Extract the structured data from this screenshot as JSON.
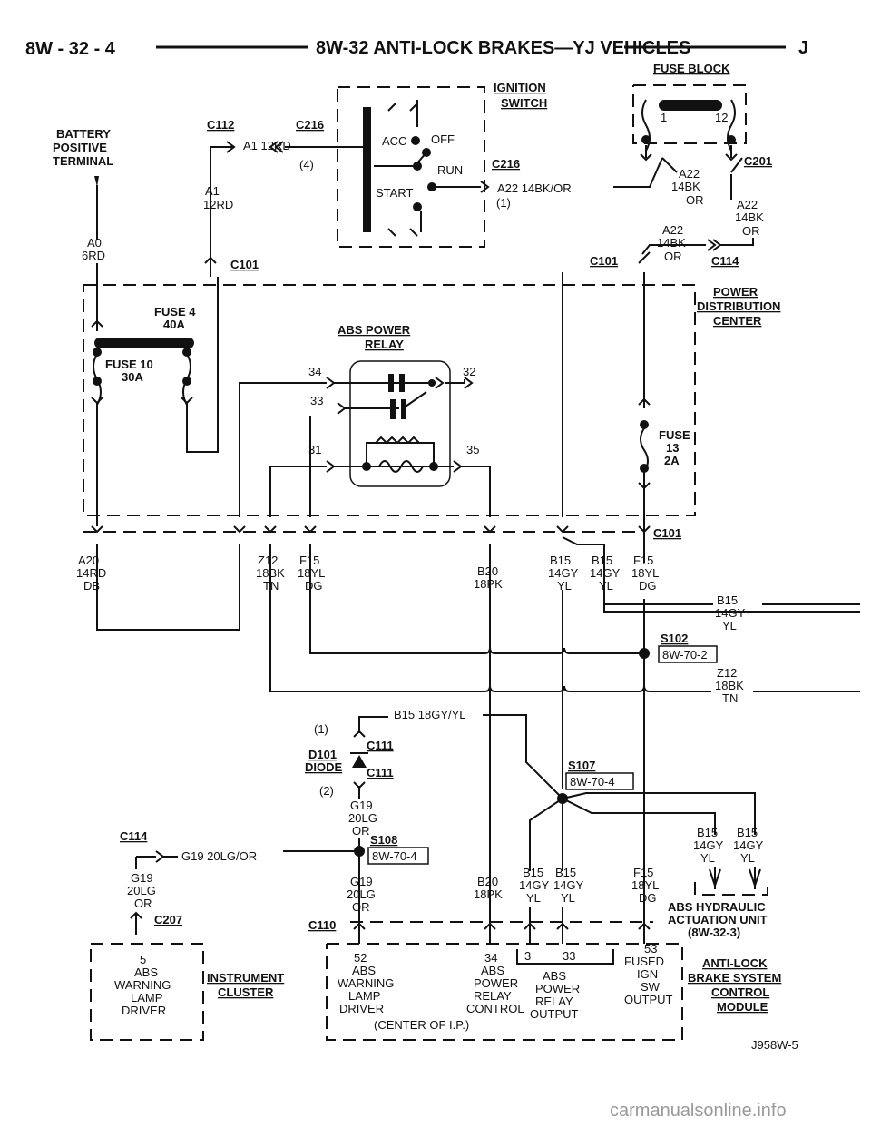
{
  "header": {
    "left": "8W - 32 - 4",
    "title": "8W-32 ANTI-LOCK BRAKES—YJ VEHICLES",
    "right": "J"
  },
  "labels": {
    "fuse_block": "FUSE BLOCK",
    "ignition_switch_1": "IGNITION",
    "ignition_switch_2": "SWITCH",
    "battery_1": "BATTERY",
    "battery_2": "POSITIVE",
    "battery_3": "TERMINAL",
    "c112": "C112",
    "c216a": "C216",
    "c216b": "C216",
    "c201": "C201",
    "a1_12rd_wire": "A1 12RD",
    "paren4": "(4)",
    "paren1": "(1)",
    "acc": "ACC",
    "off": "OFF",
    "run": "RUN",
    "start": "START",
    "a22_wire": "A22 14BK/OR",
    "a1": "A1",
    "12rd": "12RD",
    "a0": "A0",
    "6rd": "6RD",
    "c101_left": "C101",
    "c101_right": "C101",
    "c114_top": "C114",
    "a22_1": "A22",
    "14bk_1": "14BK",
    "or_1": "OR",
    "a22_2": "A22",
    "14bk_2": "14BK",
    "or_2": "OR",
    "a22_3": "A22",
    "14bk_3": "14BK",
    "or_3": "OR",
    "fb_1": "1",
    "fb_12": "12",
    "pdc_1": "POWER",
    "pdc_2": "DISTRIBUTION",
    "pdc_3": "CENTER",
    "fuse4_1": "FUSE 4",
    "fuse4_2": "40A",
    "fuse10_1": "FUSE 10",
    "fuse10_2": "30A",
    "abs_relay_1": "ABS POWER",
    "abs_relay_2": "RELAY",
    "p34": "34",
    "p33": "33",
    "p31": "31",
    "p32": "32",
    "p35": "35",
    "fuse13_1": "FUSE",
    "fuse13_2": "13",
    "fuse13_3": "2A",
    "c101_bottom": "C101",
    "a20_1": "A20",
    "a20_2": "14RD",
    "a20_3": "DB",
    "z12_1": "Z12",
    "z12_2": "18BK",
    "z12_3": "TN",
    "f15a_1": "F15",
    "f15a_2": "18YL",
    "f15a_3": "DG",
    "b20a_1": "B20",
    "b20a_2": "18PK",
    "b15a_1": "B15",
    "b15a_2": "14GY",
    "b15a_3": "YL",
    "b15b_1": "B15",
    "b15b_2": "14GY",
    "b15b_3": "YL",
    "f15b_1": "F15",
    "f15b_2": "18YL",
    "f15b_3": "DG",
    "b15r_1": "B15",
    "b15r_2": "14GY",
    "b15r_3": "YL",
    "s102": "S102",
    "s102_ref": "8W-70-2",
    "z12r_1": "Z12",
    "z12r_2": "18BK",
    "z12r_3": "TN",
    "b15_diode_wire": "B15 18GY/YL",
    "d_paren1": "(1)",
    "d_paren2": "(2)",
    "c111a": "C111",
    "c111b": "C111",
    "d101_1": "D101",
    "d101_2": "DIODE",
    "s107": "S107",
    "s107_ref": "8W-70-4",
    "g19a_1": "G19",
    "g19a_2": "20LG",
    "g19a_3": "OR",
    "s108": "S108",
    "s108_ref": "8W-70-4",
    "c114_left": "C114",
    "g19_wire": "G19 20LG/OR",
    "g19b_1": "G19",
    "g19b_2": "20LG",
    "g19b_3": "OR",
    "g19c_1": "G19",
    "g19c_2": "20LG",
    "g19c_3": "OR",
    "b20b_1": "B20",
    "b20b_2": "18PK",
    "b15c_1": "B15",
    "b15c_2": "14GY",
    "b15c_3": "YL",
    "b15d_1": "B15",
    "b15d_2": "14GY",
    "b15d_3": "YL",
    "f15c_1": "F15",
    "f15c_2": "18YL",
    "f15c_3": "DG",
    "b15e_1": "B15",
    "b15e_2": "14GY",
    "b15e_3": "YL",
    "b15f_1": "B15",
    "b15f_2": "14GY",
    "b15f_3": "YL",
    "hcu_1": "ABS HYDRAULIC",
    "hcu_2": "ACTUATION UNIT",
    "hcu_3": "(8W-32-3)",
    "c207": "C207",
    "c110": "C110",
    "ic_5": "5",
    "ic_abs": "ABS",
    "ic_warning": "WARNING",
    "ic_lamp": "LAMP",
    "ic_driver": "DRIVER",
    "ic_title_1": "INSTRUMENT",
    "ic_title_2": "CLUSTER",
    "m52": "52",
    "m52_1": "ABS",
    "m52_2": "WARNING",
    "m52_3": "LAMP",
    "m52_4": "DRIVER",
    "m34": "34",
    "m34_1": "ABS",
    "m34_2": "POWER",
    "m34_3": "RELAY",
    "m34_4": "CONTROL",
    "m3": "3",
    "m33": "33",
    "m33_1": "ABS",
    "m33_2": "POWER",
    "m33_3": "RELAY",
    "m33_4": "OUTPUT",
    "m53": "53",
    "m53_1": "FUSED",
    "m53_2": "IGN",
    "m53_3": "SW",
    "m53_4": "OUTPUT",
    "center_ip": "(CENTER OF I.P.)",
    "cab_1": "ANTI-LOCK",
    "cab_2": "BRAKE SYSTEM",
    "cab_3": "CONTROL",
    "cab_4": "MODULE",
    "figure_id": "J958W-5"
  },
  "watermark": "carmanualsonline.info"
}
